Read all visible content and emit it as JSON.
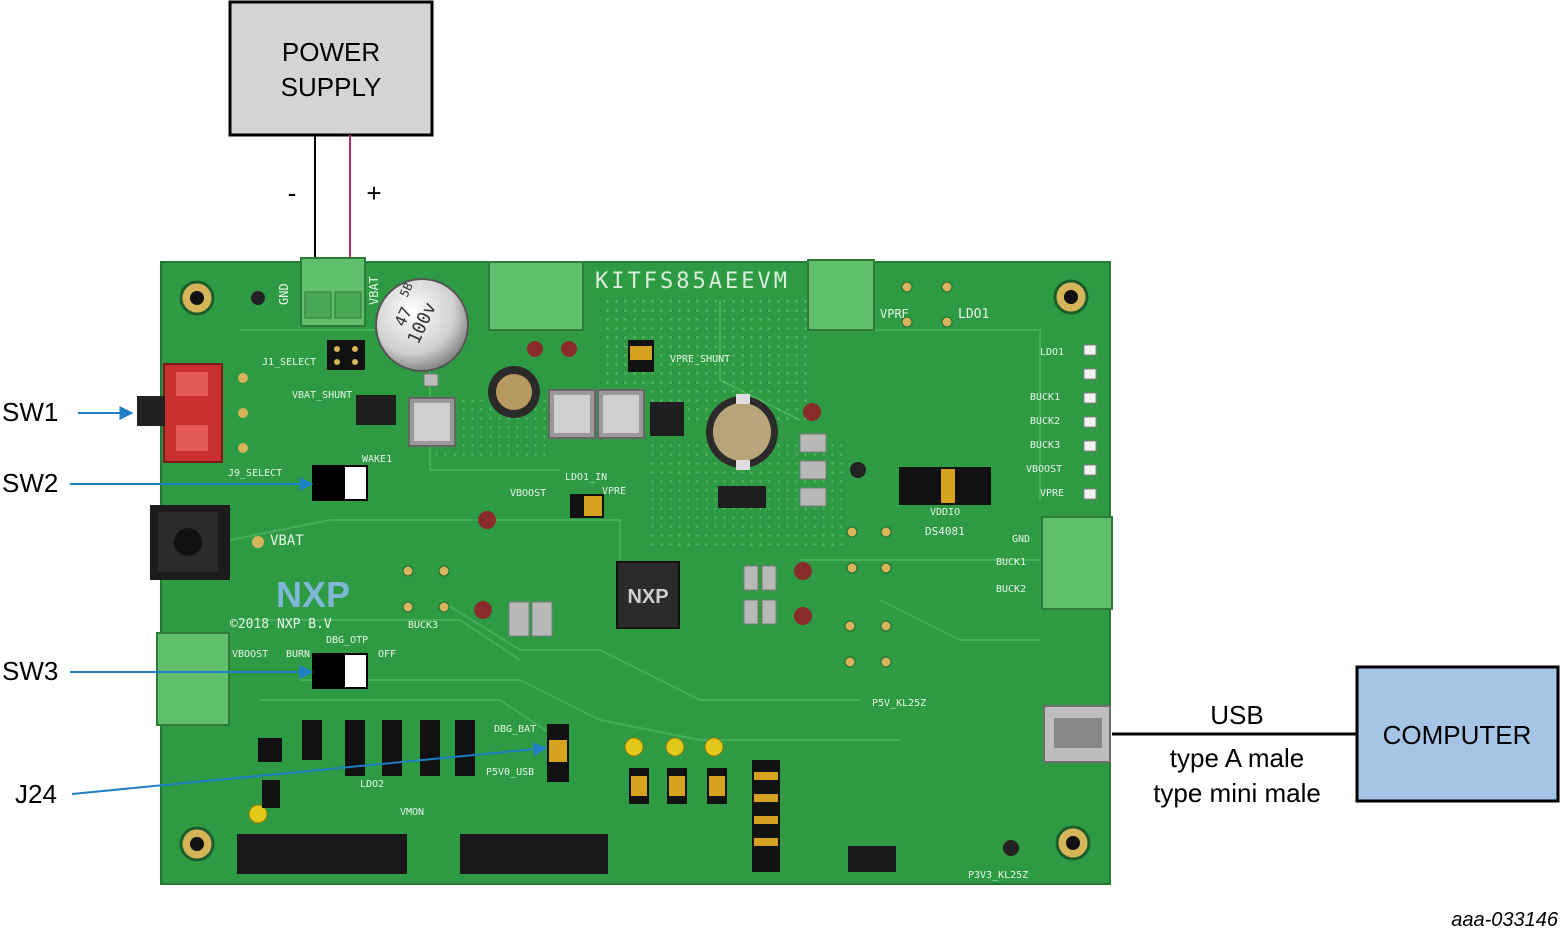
{
  "power_supply": {
    "line1": "POWER",
    "line2": "SUPPLY"
  },
  "polarity": {
    "minus": "-",
    "plus": "+"
  },
  "computer": {
    "label": "COMPUTER"
  },
  "usb": {
    "title": "USB",
    "line1": "type A male",
    "line2": "type mini male"
  },
  "callouts": {
    "sw1": "SW1",
    "sw2": "SW2",
    "sw3": "SW3",
    "j24": "J24"
  },
  "board": {
    "name": "KITFS85AEEVM",
    "logo": "NXP",
    "copyright": "©2018 NXP B.V",
    "chip_logo": "NXP",
    "capacitor": {
      "l1": "100v",
      "l2": "47",
      "l3": "5B"
    },
    "labels": {
      "gnd": "GND",
      "vbat": "VBAT",
      "vpre": "VPRE",
      "ldo1": "LDO1",
      "buck3": "BUCK3",
      "buck1": "BUCK1",
      "buck2": "BUCK2",
      "vboost": "VBOOST",
      "j24_silk": "DBG_BAT",
      "p5v0_usb": "P5V0_USB",
      "ds4081": "DS4081",
      "vddio": "VDDIO",
      "vbat_shunt": "VBAT_SHUNT",
      "dbg_otp": "DBG_OTP",
      "burn": "BURN",
      "off": "OFF",
      "ldo1_in": "LDO1_IN",
      "vpre_shunt": "VPRE_SHUNT",
      "j1_select": "J1_SELECT",
      "j9_select": "J9_SELECT",
      "wake1": "WAKE1",
      "p5v_k": "P5V_KL25Z",
      "p3v3_k": "P3V3_KL25Z",
      "ldo2": "LDO2",
      "vmon": "VMON"
    }
  },
  "figure_id": "aaa-033146",
  "colors": {
    "power_supply_fill": "#d4d4d4",
    "computer_fill": "#a6c4e6",
    "board_green": "#2e9a44",
    "callout_arrow": "#1f7fc4",
    "plus_wire": "#b0306f",
    "terminal_green": "#5fbf6a"
  }
}
